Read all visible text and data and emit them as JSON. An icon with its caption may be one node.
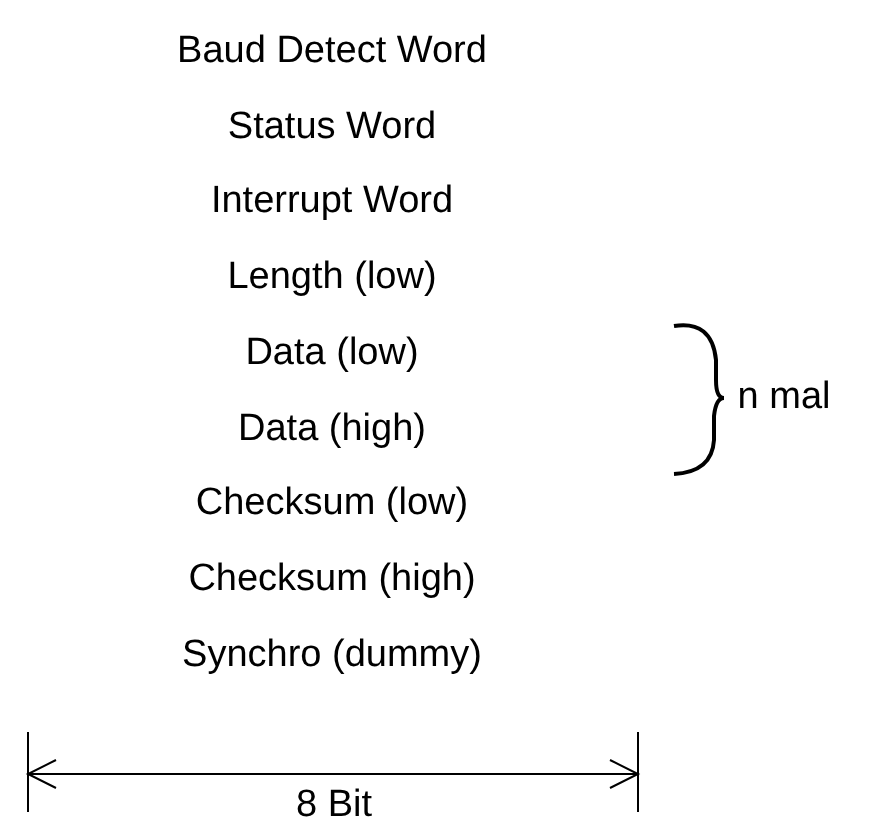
{
  "diagram": {
    "labels": [
      "Baud Detect Word",
      "Status Word",
      "Interrupt Word",
      "Length (low)",
      "Data (low)",
      "Data (high)",
      "Checksum (low)",
      "Checksum (high)",
      "Synchro (dummy)",
      "n mal",
      "8 Bit"
    ]
  }
}
